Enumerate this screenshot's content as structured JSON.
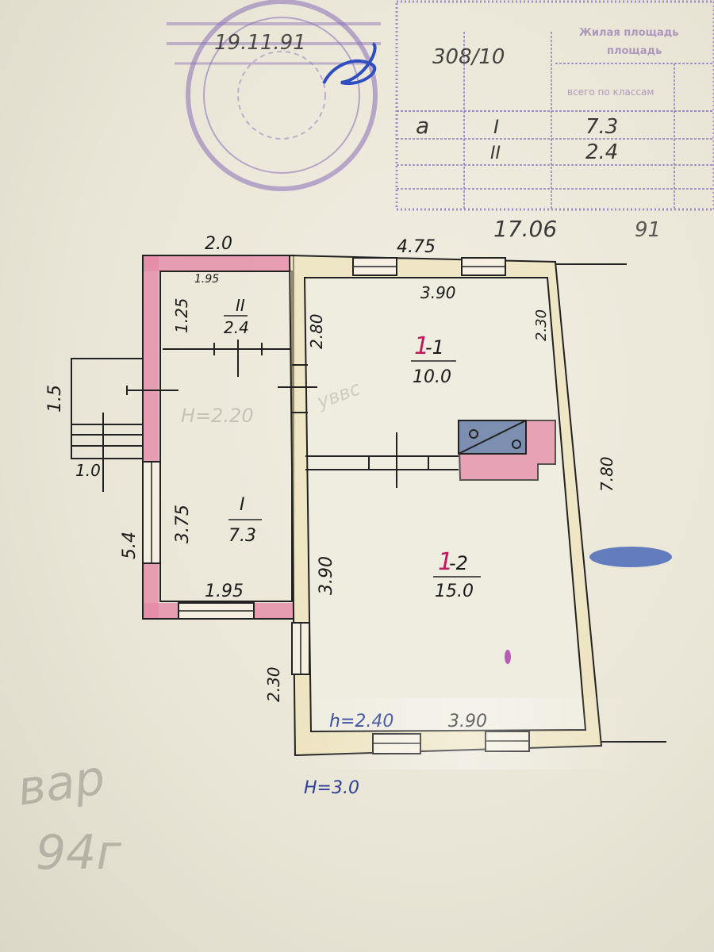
{
  "stamp": {
    "date": "19.11.91",
    "number": "308/10",
    "header_right": "Жилая площадь",
    "header_right2": "площадь",
    "table_header": "всего по классам",
    "rows": [
      {
        "letter": "а",
        "room": "I",
        "area": "7.3"
      },
      {
        "letter": "",
        "room": "II",
        "area": "2.4"
      }
    ],
    "footer_date": "17.06",
    "footer_year": "91"
  },
  "dims": {
    "top_left": "2.0",
    "top_right": "4.75",
    "top_left_inner": "1.95",
    "top_right_inner": "3.90",
    "room2_height": "1.25",
    "room11_height": "2.80",
    "right_inner": "2.30",
    "right_outer": "7.80",
    "porch_height": "1.5",
    "porch_width": "1.0",
    "left_outer": "5.4",
    "room1_height": "3.75",
    "room1_bottom": "1.95",
    "room12_height": "3.90",
    "bottom_inner": "3.90",
    "entry_height": "2.30",
    "inner_h": "h=2.40",
    "outer_h": "H=3.0",
    "faint_h": "H=2.20"
  },
  "rooms": [
    {
      "id": "II",
      "num": "II",
      "area": "2.4"
    },
    {
      "id": "1-1",
      "num_a": "1",
      "num_b": "-1",
      "area": "10.0"
    },
    {
      "id": "I",
      "num": "I",
      "area": "7.3"
    },
    {
      "id": "1-2",
      "num_a": "1",
      "num_b": "-2",
      "area": "15.0"
    }
  ],
  "handwriting": {
    "faint_word": "уввс",
    "margin_note_1": "вар",
    "margin_note_2": "94г"
  },
  "colors": {
    "wall_pink": "#e58aa8",
    "wall_cream": "#f1e2b0",
    "ink": "#1a1a1a",
    "blue_ink": "#2a3f9a",
    "red_ink": "#c2185b",
    "stamp_violet": "#7a5aa8"
  }
}
